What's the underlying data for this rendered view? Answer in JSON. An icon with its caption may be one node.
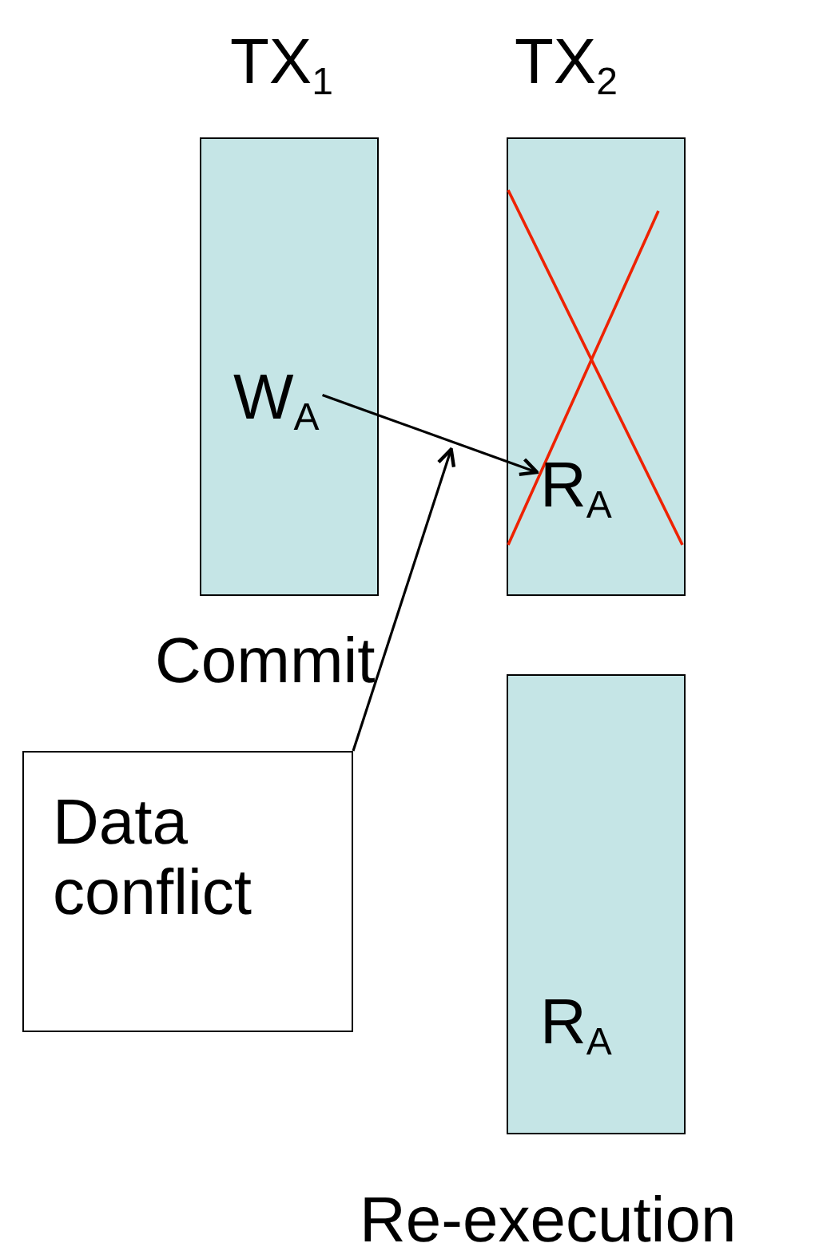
{
  "diagram": {
    "nodes": [
      {
        "text": [
          "TX$_{1}$"
        ],
        "beside": [
          "Commit"
        ]
      },
      {
        "text": [
          "W$_{A}$"
        ],
        "in": 0
      },
      {
        "text": [
          "TX$_{2}$"
        ]
      },
      {
        "text": [
          "R$_{A}$"
        ],
        "in": 2
      },
      {
        "text": [
          "R$_{A}$"
        ],
        "beside": [
          "Re-execution"
        ]
      },
      {
        "text": [
          "Data conflict"
        ]
      }
    ],
    "edges": [
      {
        "from": 1,
        "to": 3,
        "arrow": "to"
      },
      {
        "from": 5,
        "to": null,
        "arrow": "to"
      }
    ]
  }
}
